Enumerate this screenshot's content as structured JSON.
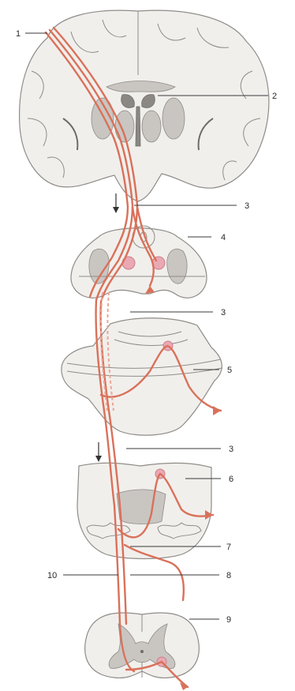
{
  "labels": {
    "l1": "1",
    "l2": "2",
    "l3a": "3",
    "l3b": "3",
    "l3c": "3",
    "l4": "4",
    "l5": "5",
    "l6": "6",
    "l7": "7",
    "l8": "8",
    "l9": "9",
    "l10": "10"
  },
  "colors": {
    "tract": "#d9715a",
    "nucleus": "#e9a9b4",
    "section_fill": "#f1efec",
    "gray_matter": "#c9c6c2"
  }
}
